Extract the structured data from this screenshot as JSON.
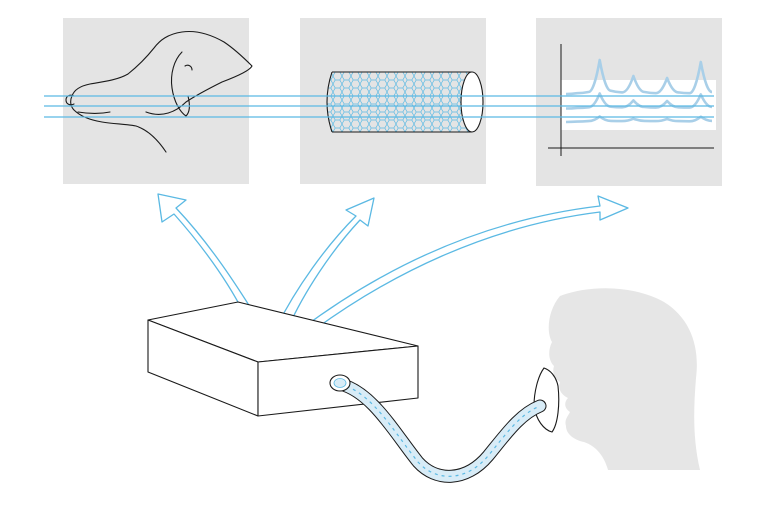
{
  "colors": {
    "panel": "#e4e4e4",
    "flow": "#5bb9e3",
    "flow_light": "#a9cfe8",
    "ink": "#1a1a1a",
    "silhouette": "#e6e6e6",
    "background": "#ffffff"
  },
  "panels": [
    {
      "id": "dog",
      "icon": "dog-head-icon"
    },
    {
      "id": "nanotube",
      "icon": "nanotube-sensor-icon"
    },
    {
      "id": "spectrum",
      "icon": "spectrum-chart-icon"
    }
  ],
  "spectrum": {
    "traces": [
      [
        0.1,
        0.12,
        0.15,
        0.95,
        0.18,
        0.14,
        0.55,
        0.15,
        0.12,
        0.5,
        0.14,
        0.12,
        0.9,
        0.15
      ],
      [
        0.05,
        0.07,
        0.09,
        0.55,
        0.11,
        0.09,
        0.32,
        0.1,
        0.08,
        0.3,
        0.09,
        0.08,
        0.52,
        0.1
      ],
      [
        0.0,
        0.02,
        0.04,
        0.25,
        0.05,
        0.04,
        0.15,
        0.05,
        0.04,
        0.14,
        0.04,
        0.03,
        0.24,
        0.05
      ]
    ]
  },
  "device": {
    "icon": "analyzer-box-icon"
  },
  "person": {
    "icon": "person-silhouette-icon"
  }
}
